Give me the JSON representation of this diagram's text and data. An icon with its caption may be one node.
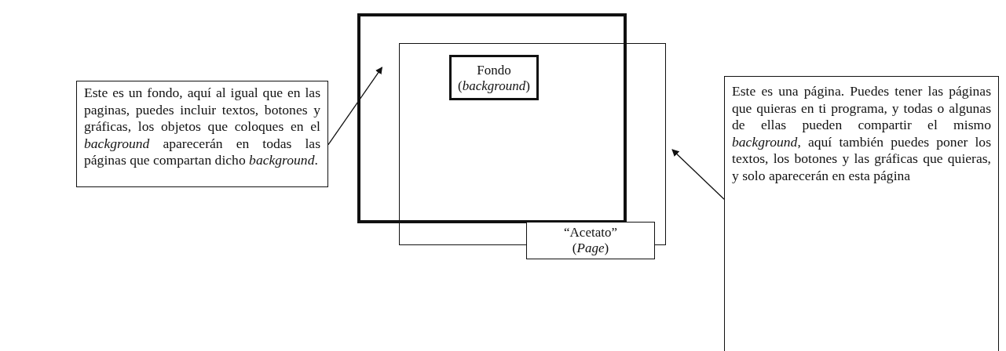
{
  "diagram": {
    "nodes": [
      {
        "text": [],
        "shape": "box"
      },
      {
        "text": [],
        "shape": "box"
      },
      {
        "text": [
          "Fondo (*background*)"
        ]
      },
      {
        "text": [
          "“Acetato” (*Page*)"
        ]
      },
      {
        "text": [
          "Este  es un fondo, aquí al igual que en las paginas, puedes incluir textos, botones y gráficas, los objetos que coloques en el *background* aparecerán en todas las páginas que compartan dicho *background*."
        ]
      },
      {
        "text": [
          "Este  es una página. Puedes tener las páginas que quieras en ti programa, y todas o algunas de ellas pueden compartir el mismo *background*, aquí también puedes poner los textos, los botones y las gráficas que quieras, y solo aparecerán en esta página"
        ]
      }
    ],
    "edges": [
      {
        "from": 4,
        "to": 0,
        "arrow": "to"
      },
      {
        "from": 5,
        "to": 1,
        "arrow": "to"
      }
    ]
  }
}
